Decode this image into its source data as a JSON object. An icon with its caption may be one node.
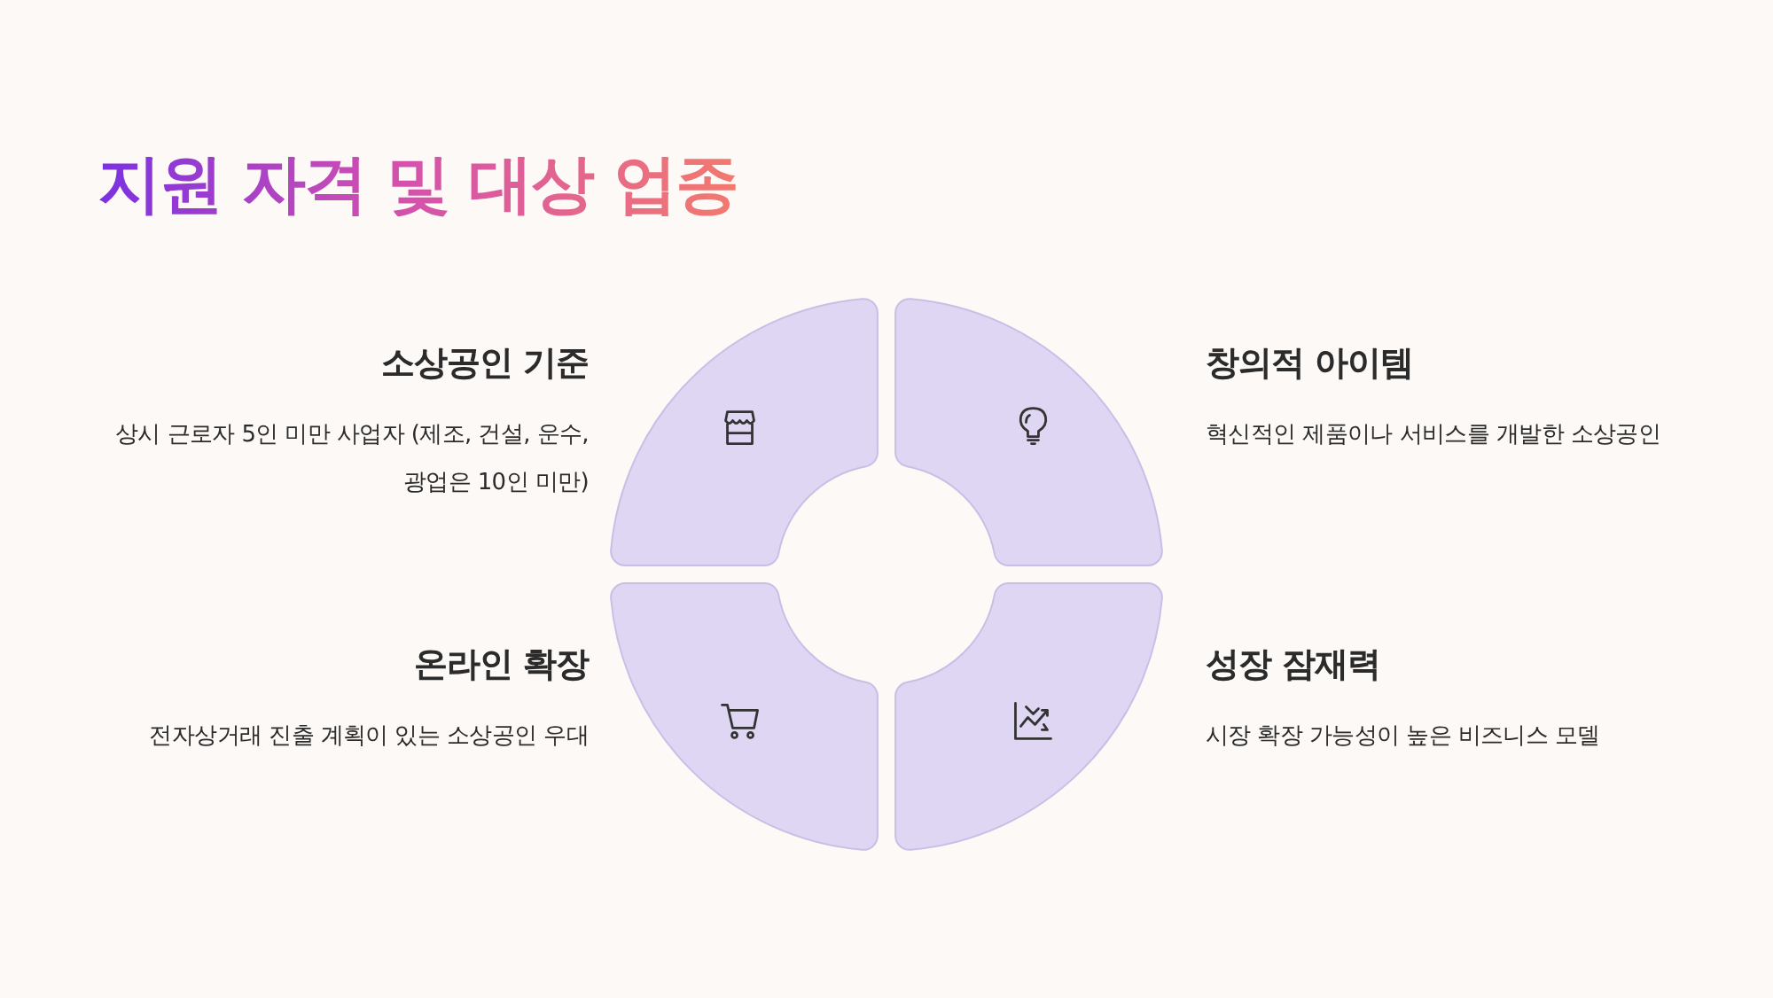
{
  "diagram": {
    "title": "지원 자격 및 대상 업종",
    "nodes": [
      {
        "text": [
          "소상공인 기준",
          "상시 근로자 5인 미만 사업자 (제조, 건설, 운수, 광업은 10인 미만)"
        ]
      },
      {
        "text": [
          "창의적 아이템",
          "혁신적인 제품이나 서비스를 개발한 소상공인"
        ]
      },
      {
        "text": [
          "온라인 확장",
          "전자상거래 진출 계획이 있는 소상공인 우대"
        ]
      },
      {
        "text": [
          "성장 잠재력",
          "시장 확장 가능성이 높은 비즈니스 모델"
        ]
      }
    ]
  }
}
